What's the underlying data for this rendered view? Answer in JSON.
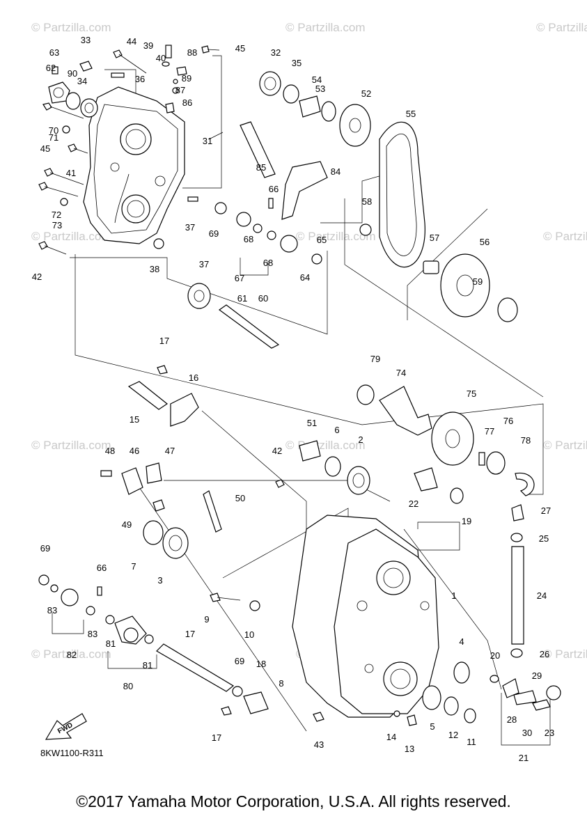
{
  "watermark": "© Partzilla.com",
  "diagram_code": "8KW1100-R311",
  "fwd_label": "FWD",
  "copyright": "©2017 Yamaha Motor Corporation, U.S.A. All rights reserved.",
  "part_numbers": [
    "1",
    "2",
    "3",
    "4",
    "5",
    "6",
    "7",
    "8",
    "9",
    "10",
    "11",
    "12",
    "13",
    "14",
    "15",
    "16",
    "17",
    "17",
    "17",
    "18",
    "19",
    "20",
    "21",
    "22",
    "23",
    "24",
    "25",
    "26",
    "27",
    "28",
    "29",
    "30",
    "31",
    "32",
    "33",
    "34",
    "35",
    "36",
    "37",
    "37",
    "38",
    "39",
    "40",
    "41",
    "42",
    "42",
    "43",
    "44",
    "45",
    "45",
    "46",
    "47",
    "48",
    "49",
    "50",
    "51",
    "52",
    "53",
    "54",
    "55",
    "56",
    "57",
    "58",
    "59",
    "60",
    "61",
    "62",
    "63",
    "64",
    "65",
    "66",
    "66",
    "67",
    "68",
    "68",
    "69",
    "69",
    "69",
    "70",
    "71",
    "72",
    "73",
    "74",
    "75",
    "76",
    "77",
    "78",
    "79",
    "80",
    "81",
    "81",
    "82",
    "83",
    "83",
    "84",
    "85",
    "86",
    "87",
    "88",
    "89",
    "90"
  ]
}
